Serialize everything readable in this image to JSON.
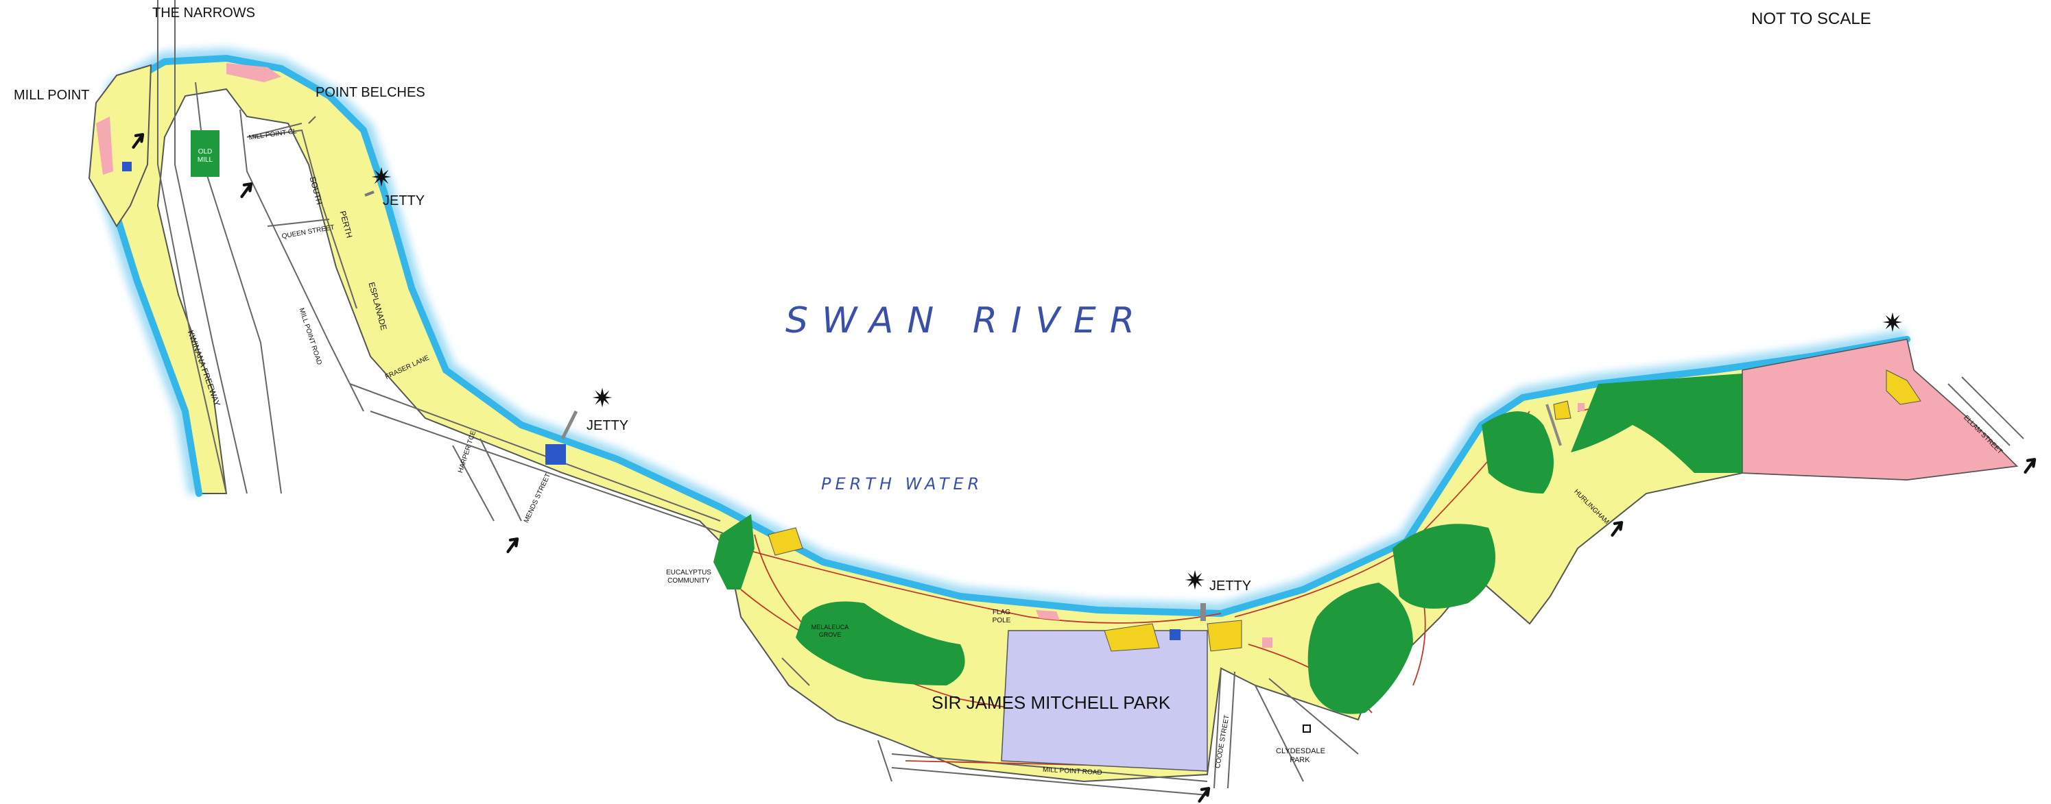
{
  "map": {
    "title": "SWAN RIVER",
    "subtitle": "PERTH WATER",
    "scale_note": "NOT TO SCALE",
    "park_name": "SIR JAMES MITCHELL PARK",
    "colors": {
      "water_edge": "#34b6e8",
      "parkland": "#f6f594",
      "bushland": "#1e9a3c",
      "reserve": "#f4a9b3",
      "oval": "#c9c9f2",
      "roads": "#666666",
      "paths": "#c0392b",
      "facility": "#2b57c8",
      "playground": "#f2d21e"
    },
    "places": {
      "narrows": "THE NARROWS",
      "mill_point": "MILL POINT",
      "point_belches": "POINT BELCHES",
      "old_mill": "OLD MILL",
      "eucalyptus": "EUCALYPTUS COMMUNITY",
      "melaleuca": "MELALEUCA GROVE",
      "flag_pole": "FLAG POLE",
      "clydesdale": "CLYDESDALE PARK"
    },
    "jetties": [
      "JETTY",
      "JETTY",
      "JETTY"
    ],
    "streets": {
      "mill_point_cl": "MILL POINT CL",
      "south": "SOUTH",
      "perth": "PERTH",
      "esplanade": "ESPLANADE",
      "queen_street": "QUEEN STREET",
      "mill_point_road_n": "MILL POINT ROAD",
      "fraser_lane": "FRASER LANE",
      "kwinana": "KWINANA FREEWAY",
      "harper": "HARPER TCE",
      "mends": "MENDS STREET",
      "coode": "COODE STREET",
      "mill_point_road_s": "MILL POINT ROAD",
      "hurlingham": "HURLINGHAM",
      "ellam": "ELLAM STREET"
    },
    "icons": {
      "jetty": "star-burst-icon",
      "entrance": "entrance-arrow-icon"
    }
  }
}
